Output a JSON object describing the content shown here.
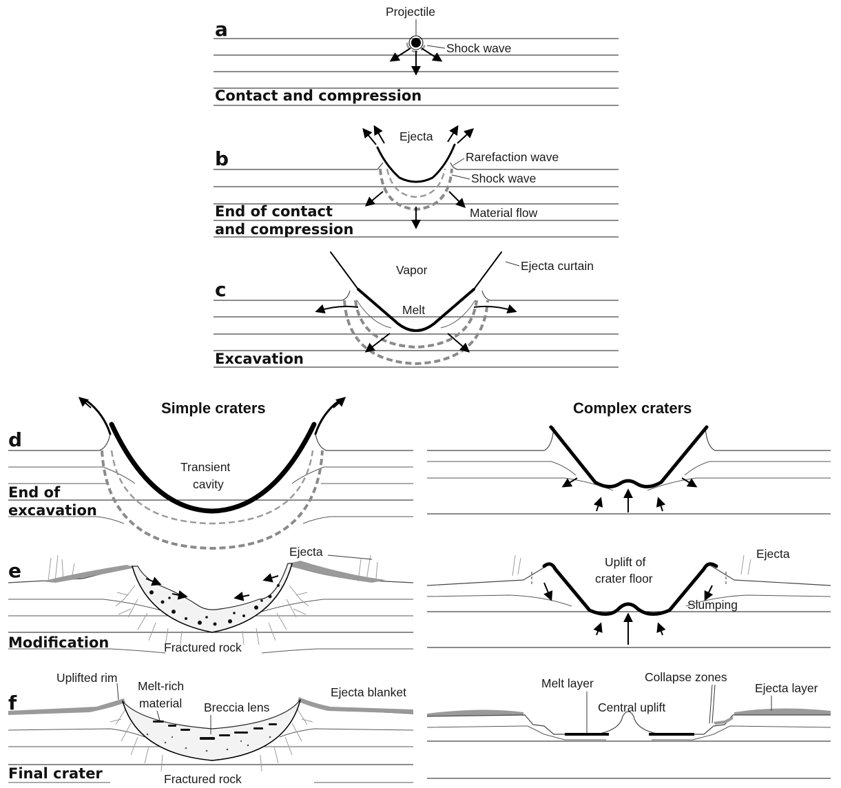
{
  "headings": {
    "simple": "Simple craters",
    "complex": "Complex craters"
  },
  "panels": {
    "a": {
      "letter": "a",
      "stage": "Contact and compression",
      "labels": {
        "projectile": "Projectile",
        "shock_wave": "Shock wave"
      }
    },
    "b": {
      "letter": "b",
      "stage_line1": "End of contact",
      "stage_line2": "and compression",
      "labels": {
        "ejecta": "Ejecta",
        "rarefaction_wave": "Rarefaction wave",
        "shock_wave": "Shock wave",
        "material_flow": "Material flow"
      }
    },
    "c": {
      "letter": "c",
      "stage": "Excavation",
      "labels": {
        "vapor": "Vapor",
        "ejecta_curtain": "Ejecta curtain",
        "melt": "Melt"
      }
    },
    "d": {
      "letter": "d",
      "stage_line1": "End of",
      "stage_line2": "excavation",
      "labels": {
        "transient_line1": "Transient",
        "transient_line2": "cavity"
      }
    },
    "e": {
      "letter": "e",
      "stage": "Modification",
      "labels": {
        "ejecta": "Ejecta",
        "fractured_rock": "Fractured rock",
        "complex_ejecta": "Ejecta",
        "uplift_line1": "Uplift of",
        "uplift_line2": "crater floor",
        "slumping": "Slumping"
      }
    },
    "f": {
      "letter": "f",
      "stage": "Final crater",
      "labels": {
        "uplifted_rim": "Uplifted rim",
        "melt_rich_line1": "Melt-rich",
        "melt_rich_line2": "material",
        "breccia_lens": "Breccia lens",
        "ejecta_blanket": "Ejecta blanket",
        "fractured_rock": "Fractured rock",
        "melt_layer": "Melt layer",
        "central_uplift": "Central uplift",
        "collapse_zones": "Collapse zones",
        "ejecta_layer": "Ejecta layer"
      }
    }
  }
}
